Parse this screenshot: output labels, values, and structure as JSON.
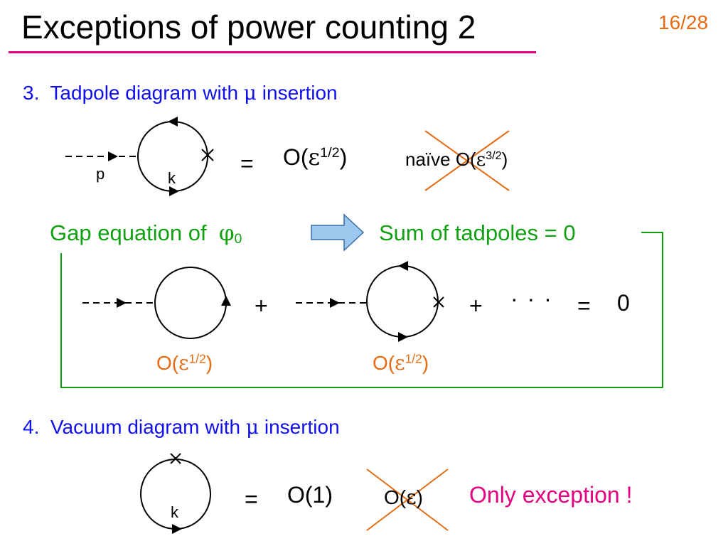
{
  "slide": {
    "title": "Exceptions of power counting 2",
    "page_number": "16/28",
    "accent_color": "#e4007f"
  },
  "section3": {
    "number": "3.",
    "heading_text": "Tadpole diagram with ",
    "heading_symbol": "μ",
    "heading_tail": " insertion",
    "label_p": "p",
    "label_k": "k",
    "equals": "=",
    "result_prefix": "O(",
    "result_symbol": "ε",
    "result_power": "1/2",
    "result_suffix": ")",
    "naive_prefix": "naïve O(",
    "naive_symbol": "ε",
    "naive_power": "3/2",
    "naive_suffix": ")"
  },
  "gap": {
    "left_text": "Gap equation of ",
    "phi_symbol": "φ",
    "phi_sub": "0",
    "right_text": "Sum of tadpoles = 0",
    "arrow_icon": "right-arrow-icon",
    "plus": "+",
    "dots": "· · ·",
    "equals": "=",
    "zero": "0",
    "order1_prefix": "O(",
    "order1_symbol": "ε",
    "order1_power": "1/2",
    "order1_suffix": ")",
    "order2_prefix": "O(",
    "order2_symbol": "ε",
    "order2_power": "1/2",
    "order2_suffix": ")"
  },
  "section4": {
    "number": "4.",
    "heading_text": "Vacuum diagram with ",
    "heading_symbol": "μ",
    "heading_tail": " insertion",
    "label_k": "k",
    "equals": "=",
    "result": "O(1)",
    "crossed_prefix": "O(",
    "crossed_symbol": "ε",
    "crossed_suffix": ")",
    "note": "Only exception !"
  },
  "colors": {
    "heading": "#1010ee",
    "green": "#11a011",
    "orange": "#e56a12",
    "pink": "#e4007f",
    "arrow_fill": "#9cc8ee"
  }
}
